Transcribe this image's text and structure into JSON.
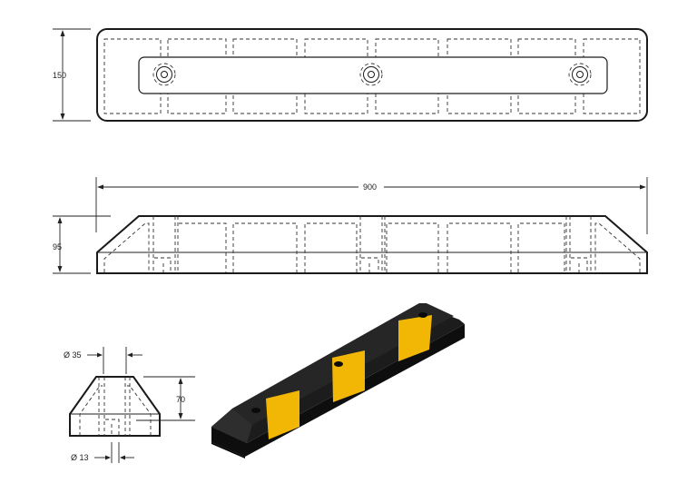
{
  "drawing": {
    "subject": "Rubber car wheel stop",
    "top_view": {
      "height_dimension": "150",
      "holes": 3
    },
    "side_view": {
      "length_dimension": "900",
      "height_dimension": "95"
    },
    "end_view": {
      "top_hole_diameter": "Ø 35",
      "bottom_hole_diameter": "Ø 13",
      "height_dimension": "70"
    },
    "render_3d": {
      "body_color": "#1b1b1b",
      "stripe_color": "#f2b705",
      "stripes": 3
    }
  }
}
